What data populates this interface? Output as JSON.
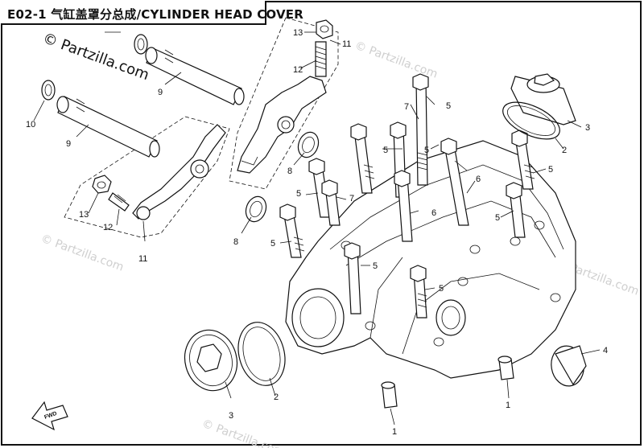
{
  "title": "E02-1 气缸盖罩分总成/CYLINDER HEAD COVER",
  "watermarks": {
    "primary": "© Partzilla.com",
    "faint": "© Partzilla.com"
  },
  "fwd_label": "FWD",
  "callouts": {
    "c1a": "1",
    "c1b": "1",
    "c2a": "2",
    "c2b": "2",
    "c3a": "3",
    "c3b": "3",
    "c4": "4",
    "c5a": "5",
    "c5b": "5",
    "c5c": "5",
    "c5d": "5",
    "c5e": "5",
    "c5f": "5",
    "c5g": "5",
    "c5h": "5",
    "c5i": "5",
    "c6a": "6",
    "c6b": "6",
    "c7a": "7",
    "c7b": "7",
    "c8a": "8",
    "c8b": "8",
    "c9a": "9",
    "c9b": "9",
    "c10": "10",
    "c11a": "11",
    "c11b": "11",
    "c12a": "12",
    "c12b": "12",
    "c13a": "13",
    "c13b": "13"
  },
  "colors": {
    "line": "#111111",
    "watermark": "#cfcfcf",
    "background": "#ffffff"
  }
}
